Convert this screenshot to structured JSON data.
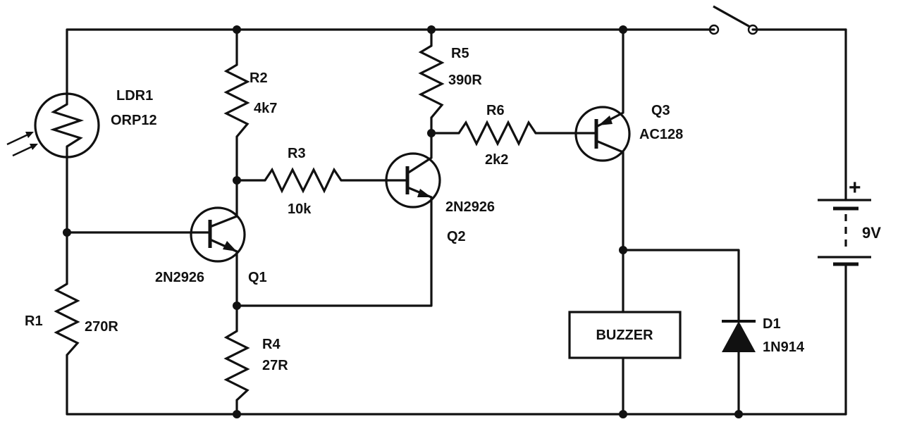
{
  "components": {
    "ldr1": {
      "ref": "LDR1",
      "value": "ORP12"
    },
    "r1": {
      "ref": "R1",
      "value": "270R"
    },
    "r2": {
      "ref": "R2",
      "value": "4k7"
    },
    "r3": {
      "ref": "R3",
      "value": "10k"
    },
    "r4": {
      "ref": "R4",
      "value": "27R"
    },
    "r5": {
      "ref": "R5",
      "value": "390R"
    },
    "r6": {
      "ref": "R6",
      "value": "2k2"
    },
    "q1": {
      "ref": "Q1",
      "value": "2N2926"
    },
    "q2": {
      "ref": "Q2",
      "value": "2N2926"
    },
    "q3": {
      "ref": "Q3",
      "value": "AC128"
    },
    "d1": {
      "ref": "D1",
      "value": "1N914"
    },
    "buzzer": {
      "label": "BUZZER"
    },
    "battery": {
      "voltage": "9V",
      "positive_mark": "+"
    }
  },
  "colors": {
    "ink": "#111111",
    "paper": "#ffffff"
  }
}
